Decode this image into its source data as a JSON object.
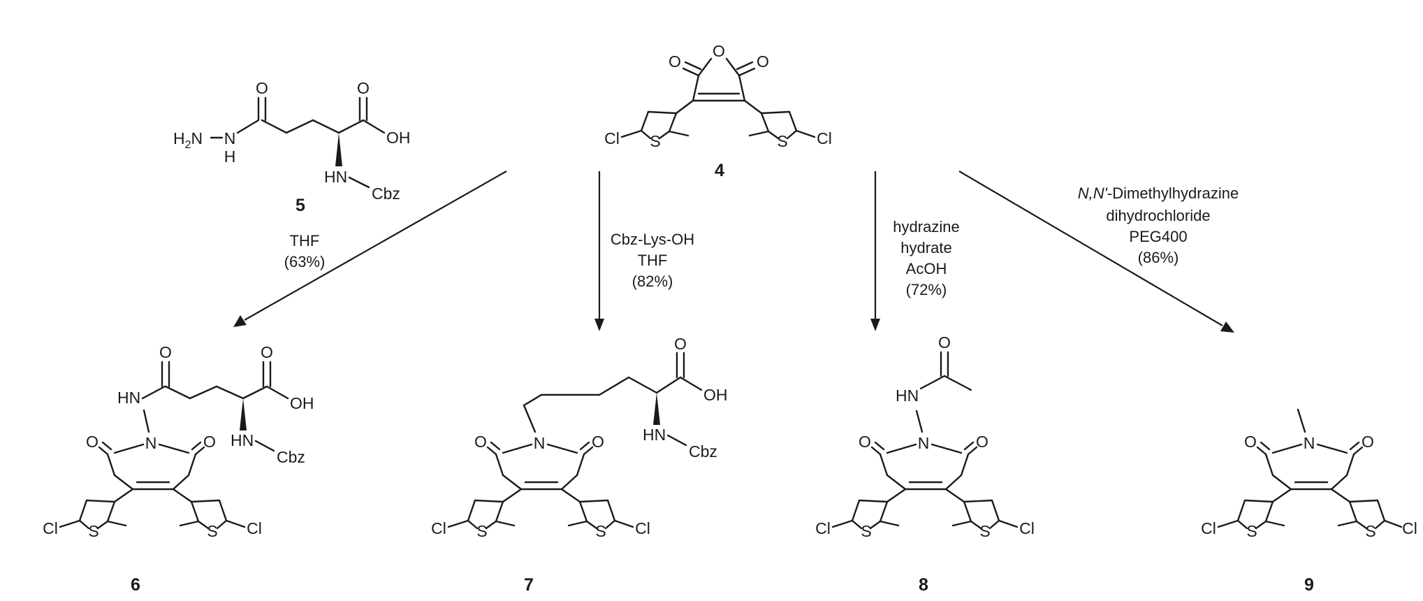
{
  "compounds": {
    "c4": {
      "label": "4"
    },
    "c5": {
      "label": "5"
    },
    "c6": {
      "label": "6"
    },
    "c7": {
      "label": "7"
    },
    "c8": {
      "label": "8"
    },
    "c9": {
      "label": "9"
    }
  },
  "atoms": {
    "O": "O",
    "S": "S",
    "Cl": "Cl",
    "OH": "OH",
    "HN": "HN",
    "Cbz": "Cbz",
    "N": "N",
    "H": "H",
    "H2N_H": "H",
    "H2N_2": "2",
    "H2N_N": "N"
  },
  "reactions": {
    "to6": {
      "lines": [
        "THF",
        "(63%)"
      ]
    },
    "to7": {
      "lines": [
        "Cbz-Lys-OH",
        "THF",
        "(82%)"
      ]
    },
    "to8": {
      "lines": [
        "hydrazine",
        "hydrate",
        "AcOH",
        "(72%)"
      ]
    },
    "to9": {
      "line1_italic": "N,N'",
      "line1_rest": "-Dimethylhydrazine",
      "lines": [
        "dihydrochloride",
        "PEG400",
        "(86%)"
      ]
    }
  }
}
